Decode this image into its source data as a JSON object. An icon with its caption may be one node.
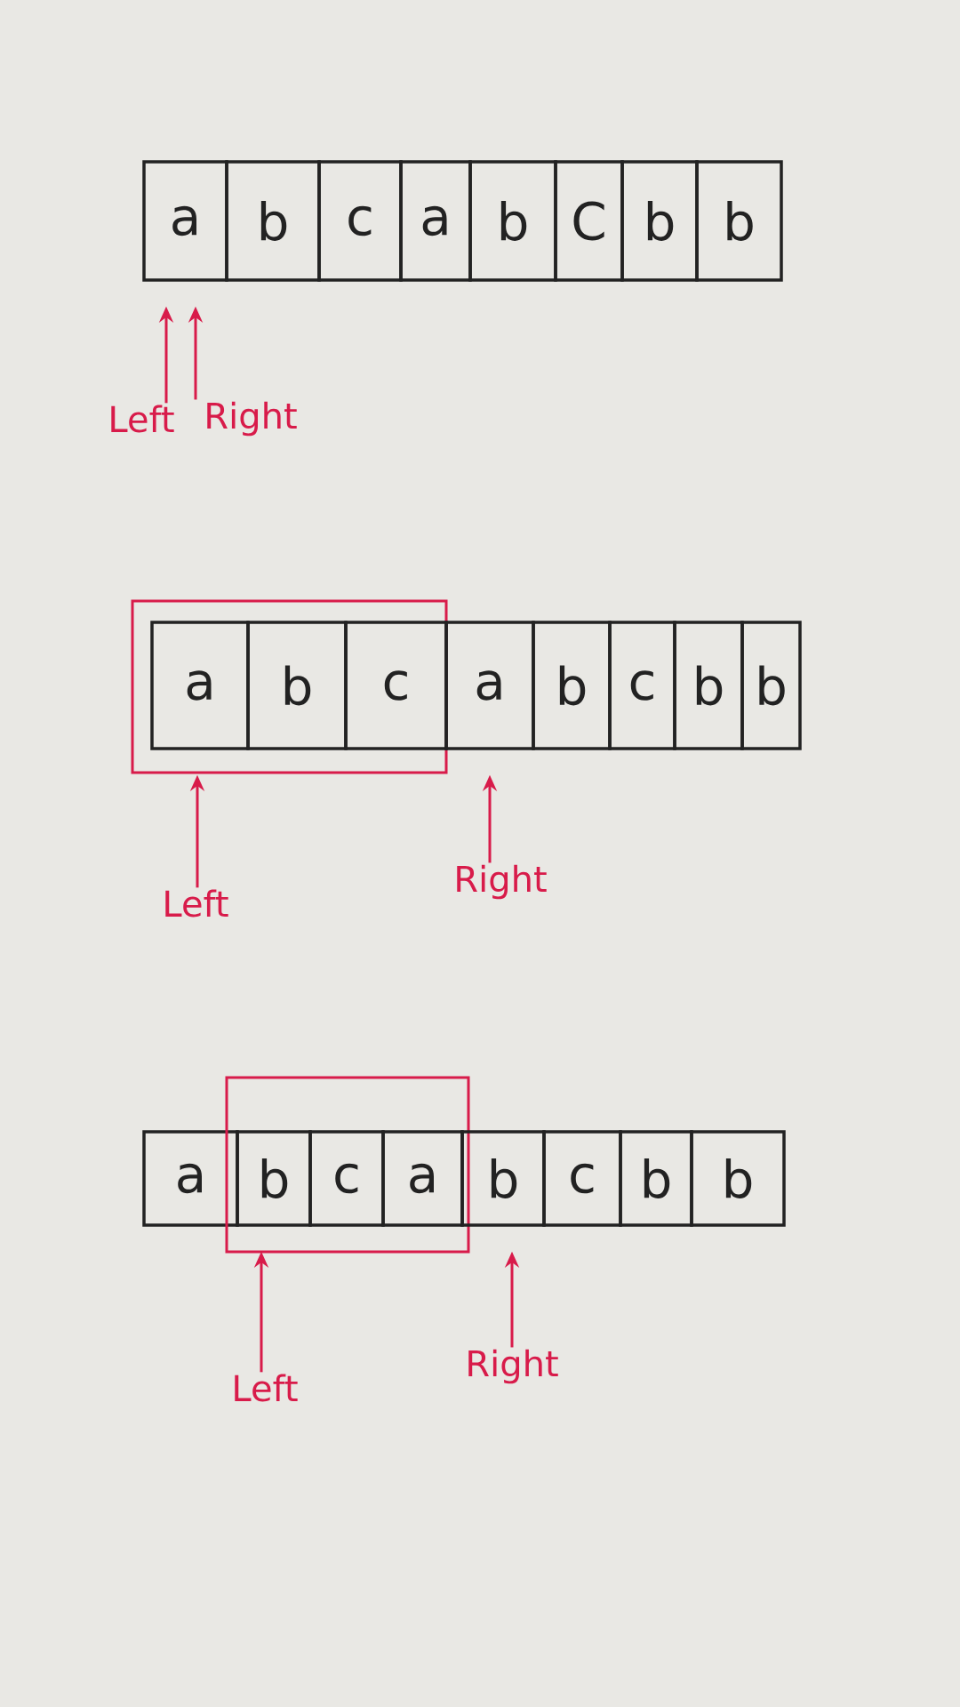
{
  "diagram": {
    "nodes": [
      {
        "text": [
          "a"
        ]
      },
      {
        "text": [
          "b"
        ]
      },
      {
        "text": [
          "c"
        ]
      },
      {
        "text": [
          "a"
        ]
      },
      {
        "text": [
          "b"
        ]
      },
      {
        "text": [
          "C"
        ]
      },
      {
        "text": [
          "b"
        ]
      },
      {
        "text": [
          "b"
        ]
      },
      {
        "text": [
          "Left"
        ]
      },
      {
        "text": [
          "Right"
        ]
      },
      {
        "text": [],
        "shape": "box"
      },
      {
        "text": [
          "a"
        ],
        "in": 10
      },
      {
        "text": [
          "b"
        ],
        "in": 10
      },
      {
        "text": [
          "c"
        ],
        "in": 10
      },
      {
        "text": [
          "a"
        ]
      },
      {
        "text": [
          "b"
        ]
      },
      {
        "text": [
          "c"
        ]
      },
      {
        "text": [
          "b"
        ]
      },
      {
        "text": [
          "b"
        ]
      },
      {
        "text": [
          "Left"
        ]
      },
      {
        "text": [
          "Right"
        ]
      },
      {
        "text": [
          "a"
        ]
      },
      {
        "text": [],
        "shape": "box"
      },
      {
        "text": [
          "b"
        ],
        "in": 22
      },
      {
        "text": [
          "c"
        ],
        "in": 22
      },
      {
        "text": [
          "a"
        ],
        "in": 22
      },
      {
        "text": [
          "b"
        ]
      },
      {
        "text": [
          "c"
        ]
      },
      {
        "text": [
          "b"
        ]
      },
      {
        "text": [
          "b"
        ]
      },
      {
        "text": [
          "Left"
        ]
      },
      {
        "text": [
          "Right"
        ]
      }
    ],
    "edges": [
      {
        "from": 8,
        "to": 0,
        "arrow": "to"
      },
      {
        "from": 9,
        "to": 0,
        "arrow": "to"
      },
      {
        "from": 19,
        "to": 11,
        "arrow": "to"
      },
      {
        "from": 20,
        "to": 14,
        "arrow": "to"
      },
      {
        "from": 30,
        "to": 23,
        "arrow": "to"
      },
      {
        "from": 31,
        "to": 26,
        "arrow": "to"
      }
    ]
  }
}
